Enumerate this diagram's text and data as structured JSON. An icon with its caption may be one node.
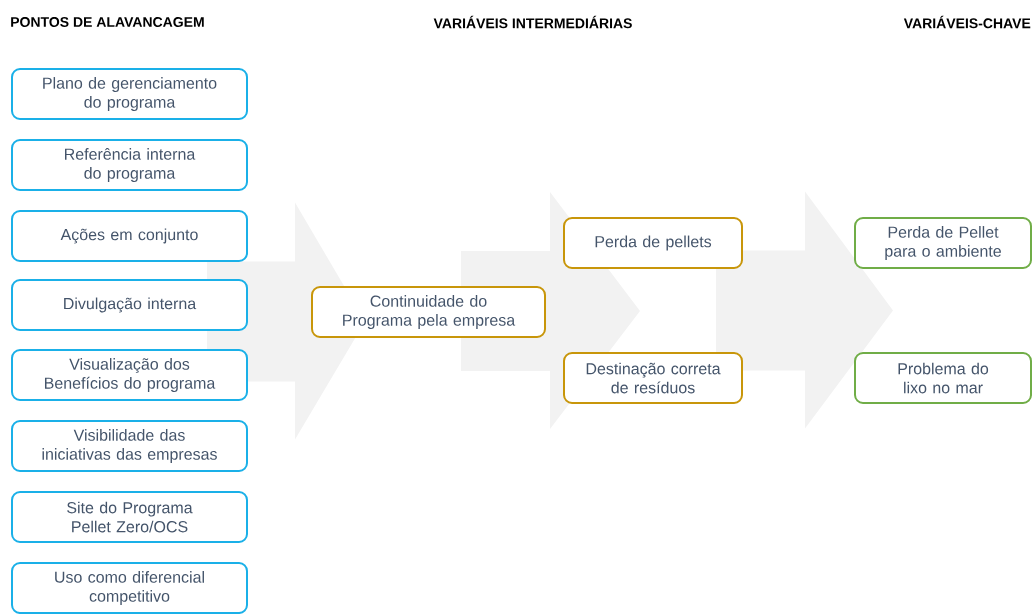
{
  "diagram": {
    "nodes": [
      {
        "text": [
          "Plano de gerenciamento do programa"
        ]
      },
      {
        "text": [
          "Referência interna do programa"
        ]
      },
      {
        "text": [
          "Ações em conjunto"
        ]
      },
      {
        "text": [
          "Divulgação interna"
        ]
      },
      {
        "text": [
          "Visualização dos Benefícios do programa"
        ]
      },
      {
        "text": [
          "Visibilidade das iniciativas das empresas"
        ]
      },
      {
        "text": [
          "Site do Programa Pellet Zero/OCS"
        ]
      },
      {
        "text": [
          "Uso como diferencial competitivo"
        ]
      },
      {
        "text": [
          "Continuidade do Programa pela empresa"
        ]
      },
      {
        "text": [
          "Perda de pellets"
        ]
      },
      {
        "text": [
          "Destinação correta de resíduos"
        ]
      },
      {
        "text": [
          "Perda de Pellet para o ambiente"
        ]
      },
      {
        "text": [
          "Problema do lixo no mar"
        ]
      }
    ],
    "edges": [
      {
        "from": 0,
        "to": 8,
        "arrow": "to"
      },
      {
        "from": 1,
        "to": 8,
        "arrow": "to"
      },
      {
        "from": 2,
        "to": 8,
        "arrow": "to"
      },
      {
        "from": 3,
        "to": 8,
        "arrow": "to"
      },
      {
        "from": 4,
        "to": 8,
        "arrow": "to"
      },
      {
        "from": 5,
        "to": 8,
        "arrow": "to"
      },
      {
        "from": 6,
        "to": 8,
        "arrow": "to"
      },
      {
        "from": 7,
        "to": 8,
        "arrow": "to"
      },
      {
        "from": 8,
        "to": 9,
        "arrow": "to"
      },
      {
        "from": 8,
        "to": 10,
        "arrow": "to"
      },
      {
        "from": 9,
        "to": 11,
        "arrow": "to"
      },
      {
        "from": 9,
        "to": 12,
        "arrow": "to"
      },
      {
        "from": 10,
        "to": 11,
        "arrow": "to"
      },
      {
        "from": 10,
        "to": 12,
        "arrow": "to"
      }
    ],
    "labels": [
      "PONTOS DE ALAVANCAGEM",
      "VARIÁVEIS INTERMEDIÁRIAS",
      "VARIÁVEIS-CHAVE"
    ]
  }
}
